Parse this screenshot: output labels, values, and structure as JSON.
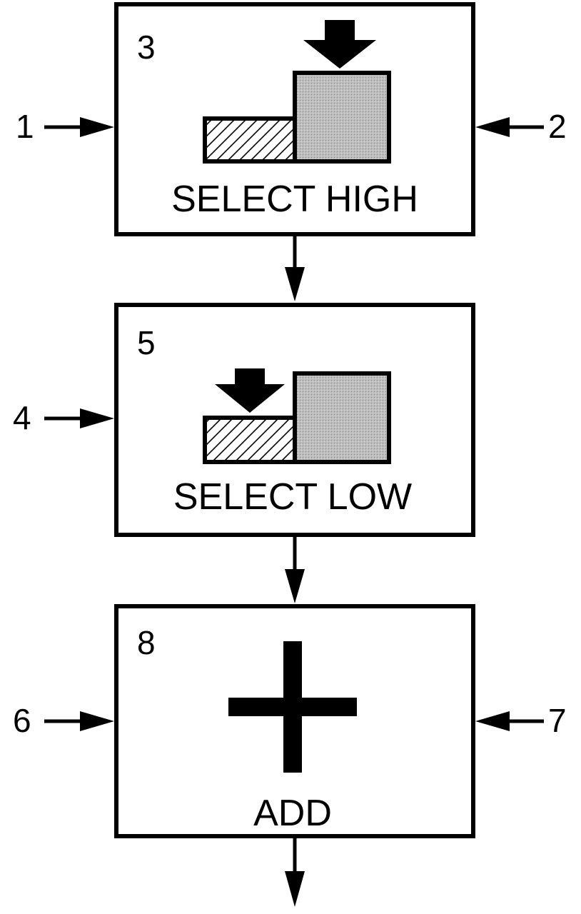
{
  "blocks": [
    {
      "number": "3",
      "label": "SELECT HIGH",
      "icon": "select-high-icon",
      "inputs": {
        "left": "1",
        "right": "2"
      }
    },
    {
      "number": "5",
      "label": "SELECT LOW",
      "icon": "select-low-icon",
      "inputs": {
        "left": "4"
      }
    },
    {
      "number": "8",
      "label": "ADD",
      "icon": "plus-icon",
      "inputs": {
        "left": "6",
        "right": "7"
      }
    }
  ],
  "colors": {
    "stroke": "#000000",
    "hatch_fill": "#ffffff",
    "shade_fill": "#b8b8b8"
  }
}
